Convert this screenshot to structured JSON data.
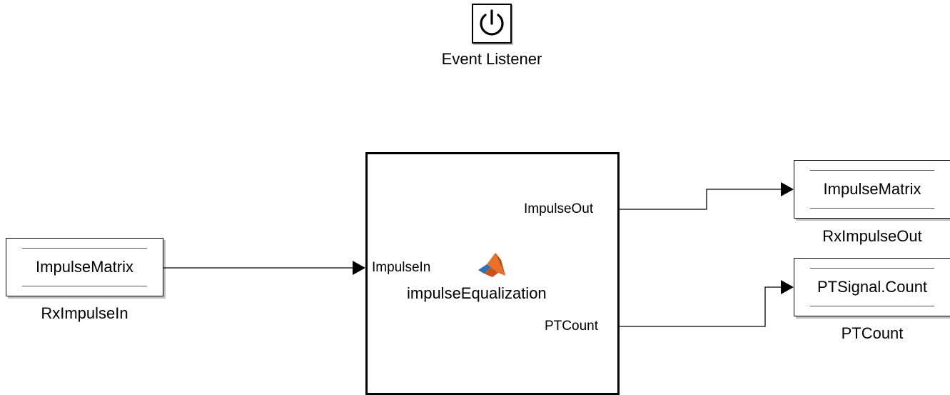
{
  "event_listener": {
    "icon": "power-icon",
    "label": "Event Listener"
  },
  "rx_impulse_in": {
    "store_name": "ImpulseMatrix",
    "label": "RxImpulseIn"
  },
  "function_block": {
    "icon": "matlab-logo-icon",
    "name": "impulseEqualization",
    "input_port": "ImpulseIn",
    "output_port_1": "ImpulseOut",
    "output_port_2": "PTCount"
  },
  "rx_impulse_out": {
    "store_name": "ImpulseMatrix",
    "label": "RxImpulseOut"
  },
  "pt_count": {
    "store_name": "PTSignal.Count",
    "label": "PTCount"
  },
  "colors": {
    "line": "#000000",
    "matlab_orange": "#e8702a",
    "matlab_blue": "#2f6fb3"
  }
}
